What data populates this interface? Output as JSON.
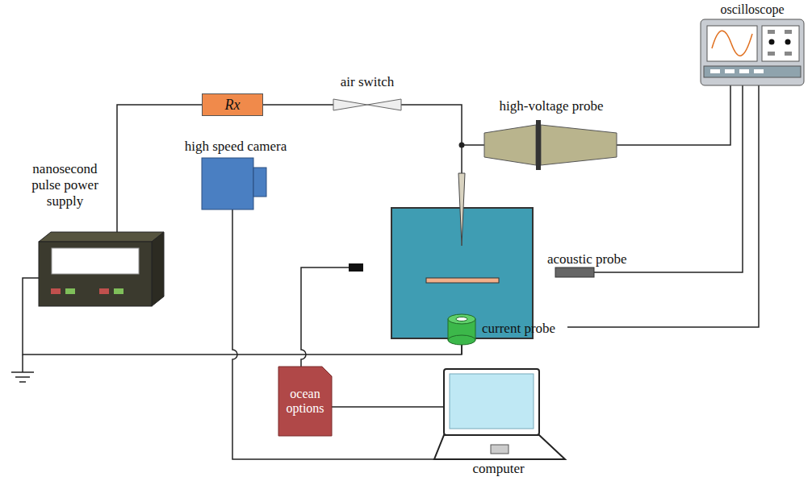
{
  "diagram": {
    "nodes": [
      {
        "text": [
          "Rx"
        ]
      },
      {
        "text": [
          "air switch"
        ]
      },
      {
        "text": [
          "high-voltage probe"
        ]
      },
      {
        "text": [
          "oscilloscope"
        ]
      },
      {
        "text": [
          "nanosecond pulse power supply"
        ]
      },
      {
        "text": [
          "high speed camera"
        ]
      },
      {
        "text": [
          "acoustic probe"
        ]
      },
      {
        "text": [
          "current probe"
        ]
      },
      {
        "text": [
          "ocean options"
        ]
      },
      {
        "text": [
          "computer"
        ]
      }
    ],
    "edges": [
      {
        "from": 4,
        "to": 0,
        "arrow": "none"
      },
      {
        "from": 0,
        "to": 1,
        "arrow": "none"
      },
      {
        "from": 1,
        "to": 2,
        "arrow": "none"
      },
      {
        "from": 2,
        "to": 3,
        "arrow": "none"
      },
      {
        "from": 6,
        "to": 3,
        "arrow": "none"
      },
      {
        "from": 7,
        "to": 3,
        "arrow": "none"
      },
      {
        "from": 7,
        "to": 4,
        "arrow": "none"
      },
      {
        "from": 5,
        "to": 9,
        "arrow": "none"
      },
      {
        "from": 8,
        "to": 9,
        "arrow": "none"
      }
    ]
  }
}
